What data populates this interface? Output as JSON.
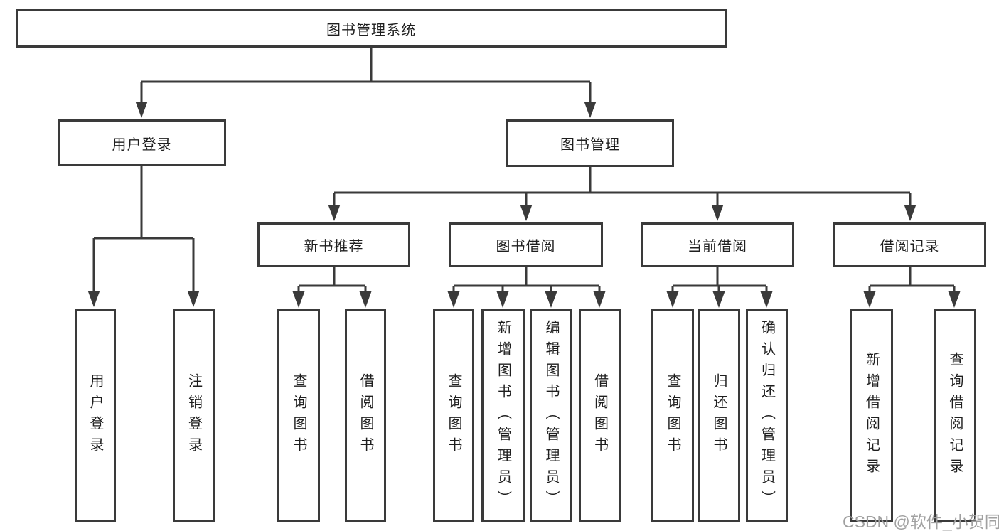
{
  "diagram": {
    "root": {
      "label": "图书管理系统"
    },
    "level2": [
      {
        "label": "用户登录"
      },
      {
        "label": "图书管理"
      }
    ],
    "level3": [
      {
        "label": "新书推荐"
      },
      {
        "label": "图书借阅"
      },
      {
        "label": "当前借阅"
      },
      {
        "label": "借阅记录"
      }
    ],
    "leaves": [
      {
        "label": "用户登录"
      },
      {
        "label": "注销登录"
      },
      {
        "label": "查询图书"
      },
      {
        "label": "借阅图书"
      },
      {
        "label": "查询图书"
      },
      {
        "label": "新增图书（管理员）"
      },
      {
        "label": "编辑图书（管理员）"
      },
      {
        "label": "借阅图书"
      },
      {
        "label": "查询图书"
      },
      {
        "label": "归还图书"
      },
      {
        "label": "确认归还（管理员）"
      },
      {
        "label": "新增借阅记录"
      },
      {
        "label": "查询借阅记录"
      }
    ],
    "colors": {
      "line": "#3a3a3a",
      "box_border": "#3a3a3a",
      "box_fill": "#ffffff",
      "text": "#1f1f1f",
      "watermark": "#a0a0a0",
      "background": "#ffffff"
    }
  },
  "watermark": {
    "text": "CSDN @软件_小贺同学"
  }
}
